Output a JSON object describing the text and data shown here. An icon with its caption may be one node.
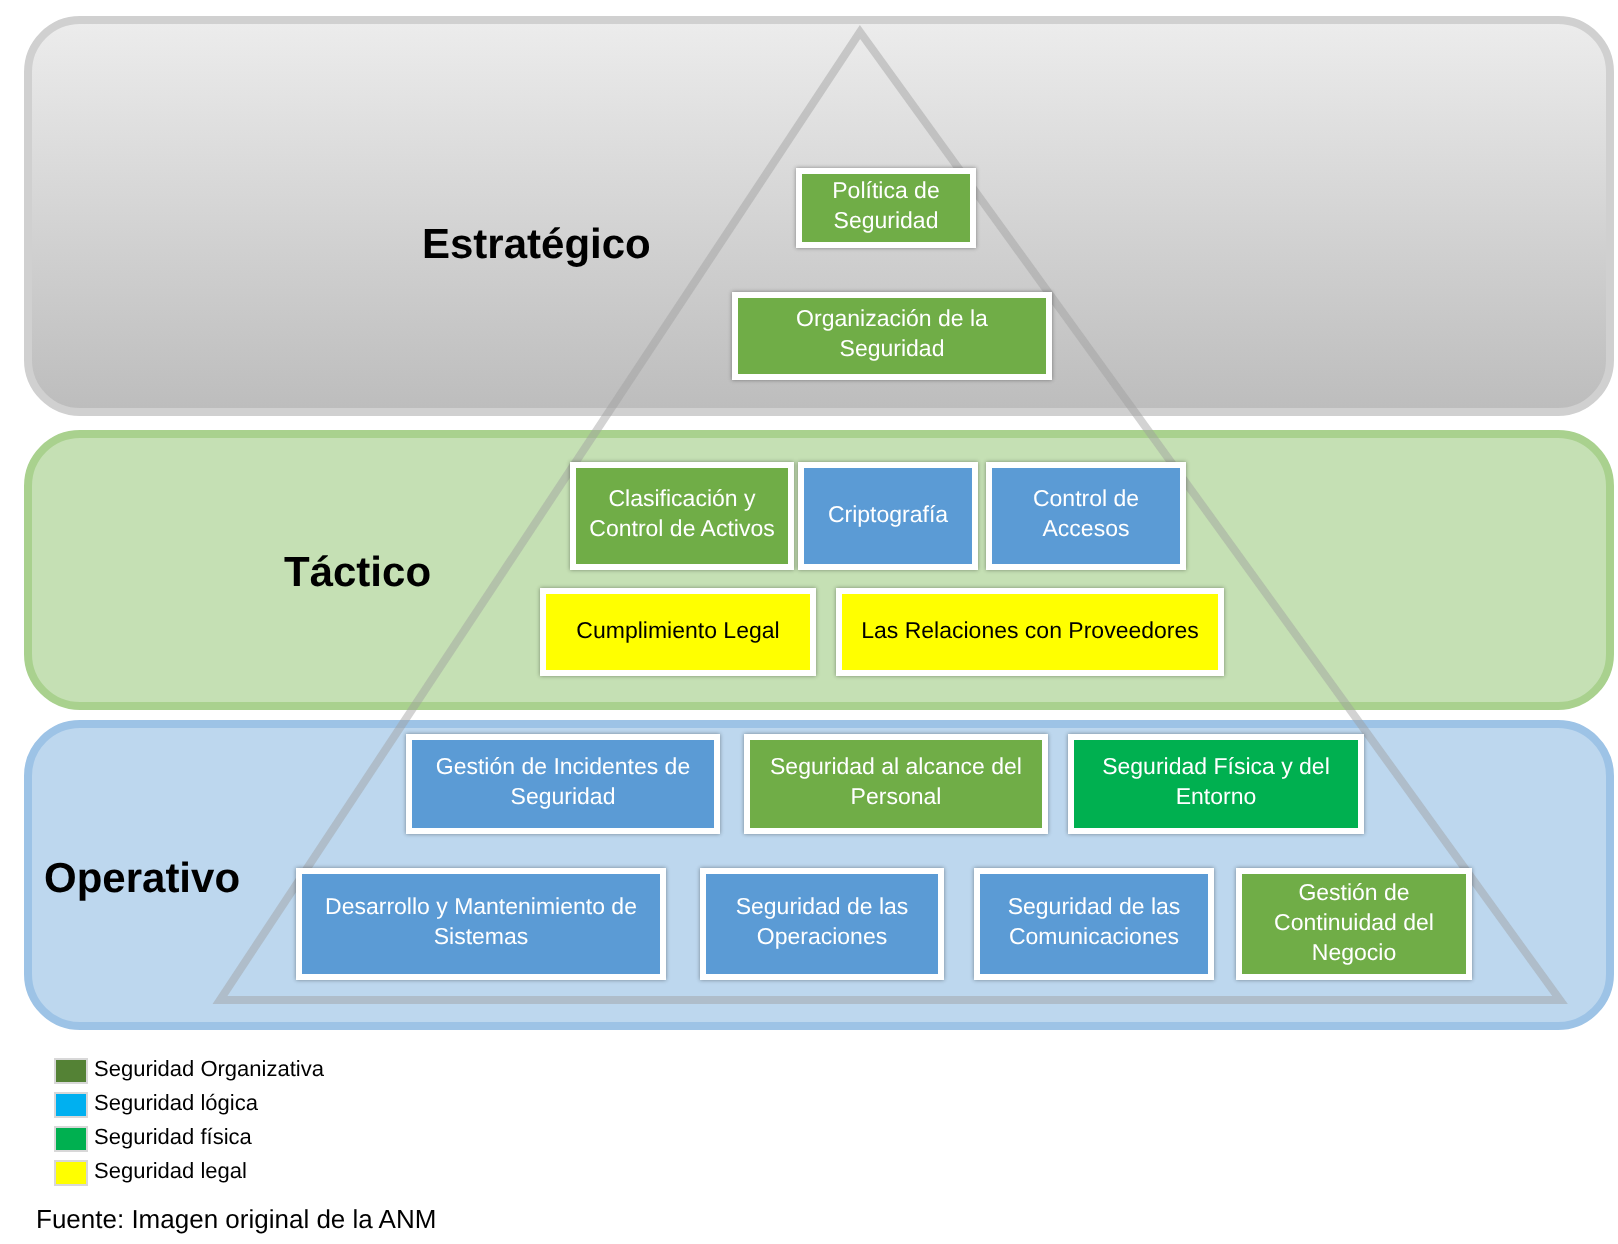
{
  "diagram": {
    "caption": "Fuente: Imagen original de la ANM",
    "nodes": [
      {
        "text": [
          "Estratégico"
        ]
      },
      {
        "text": [
          "Política de Seguridad"
        ],
        "in": 0
      },
      {
        "text": [
          "Organización de la Seguridad"
        ],
        "in": 0
      },
      {
        "text": [
          "Táctico"
        ]
      },
      {
        "text": [
          "Clasificación y Control de Activos"
        ],
        "in": 3
      },
      {
        "text": [
          "Criptografía"
        ],
        "in": 3
      },
      {
        "text": [
          "Control de Accesos"
        ],
        "in": 3
      },
      {
        "text": [
          "Cumplimiento Legal"
        ],
        "in": 3
      },
      {
        "text": [
          "Las Relaciones con Proveedores"
        ],
        "in": 3
      },
      {
        "text": [
          "Operativo"
        ]
      },
      {
        "text": [
          "Gestión de Incidentes de Seguridad"
        ],
        "in": 9
      },
      {
        "text": [
          "Seguridad al alcance del Personal"
        ],
        "in": 9
      },
      {
        "text": [
          "Seguridad Física y del Entorno"
        ],
        "in": 9
      },
      {
        "text": [
          "Desarrollo y Mantenimiento de Sistemas"
        ],
        "in": 9
      },
      {
        "text": [
          "Seguridad de las Operaciones"
        ],
        "in": 9
      },
      {
        "text": [
          "Seguridad de las Comunicaciones"
        ],
        "in": 9
      },
      {
        "text": [
          "Gestión de Continuidad del Negocio"
        ],
        "in": 9
      }
    ],
    "legend": [
      {
        "text": "Seguridad Organizativa",
        "color": "#548235"
      },
      {
        "text": "Seguridad lógica",
        "color": "#00b0f0"
      },
      {
        "text": "Seguridad física",
        "color": "#00b050"
      },
      {
        "text": "Seguridad legal",
        "color": "#ffff00"
      }
    ]
  }
}
